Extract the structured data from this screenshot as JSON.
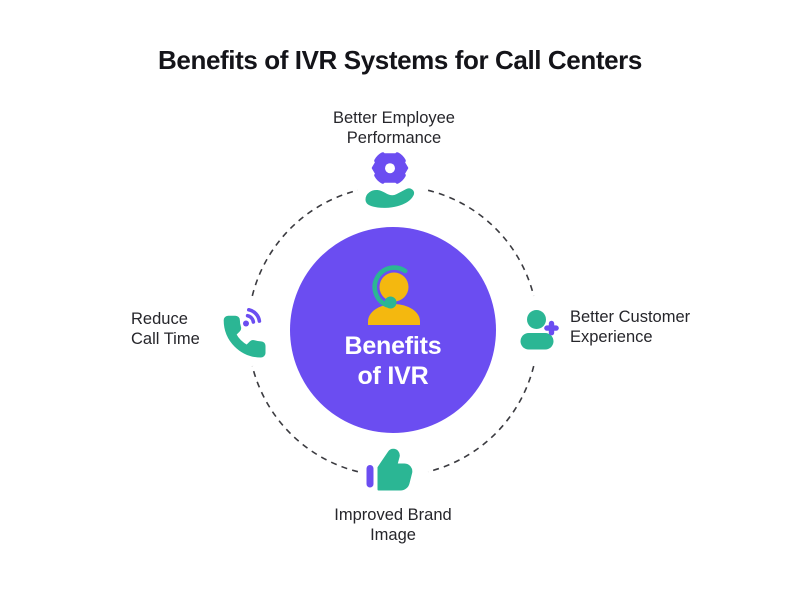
{
  "title": "Benefits of IVR Systems for Call Centers",
  "center": {
    "line1": "Benefits",
    "line2": "of IVR",
    "icon": "agent-headset-icon"
  },
  "benefits": {
    "top": {
      "line1": "Better Employee",
      "line2": "Performance",
      "icon": "hand-holding-badge-icon"
    },
    "right": {
      "line1": "Better Customer",
      "line2": "Experience",
      "icon": "person-plus-icon"
    },
    "bottom": {
      "line1": "Improved Brand",
      "line2": "Image",
      "icon": "thumbs-up-icon"
    },
    "left": {
      "line1": "Reduce",
      "line2": "Call Time",
      "icon": "phone-signal-waves-icon"
    }
  },
  "colors": {
    "purple": "#6B4DF1",
    "teal": "#2BB694",
    "yellow": "#F4B80F",
    "dash": "#3B3B40",
    "label_text": "#26262B",
    "title_text": "#141419",
    "center_text": "#FFFFFF",
    "background": "#FFFFFF"
  }
}
